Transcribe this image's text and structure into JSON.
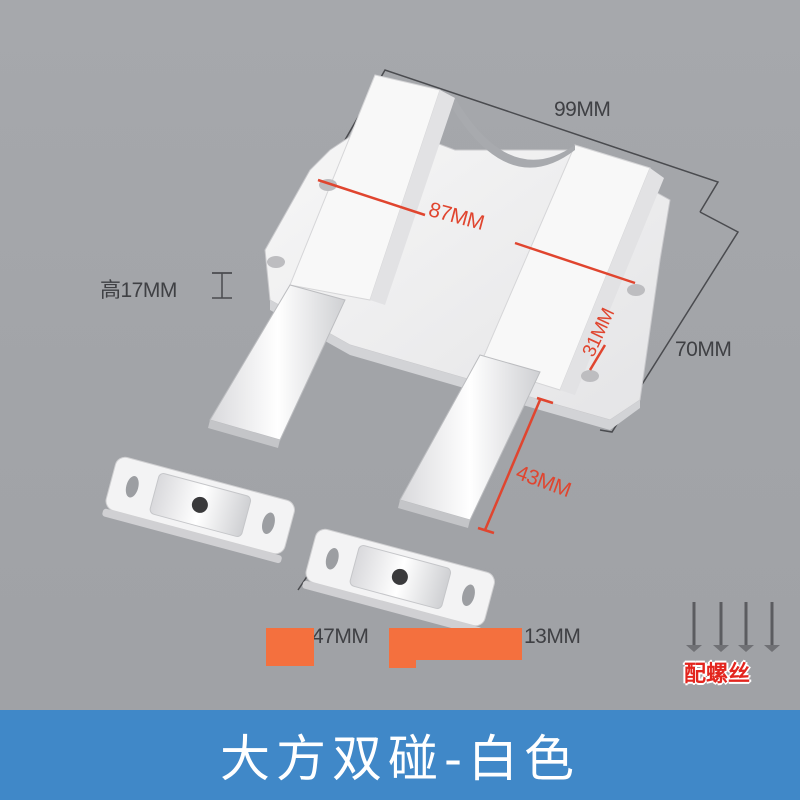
{
  "product": {
    "banner_title": "大方双碰-白色",
    "accessory_label": "配螺丝",
    "colors": {
      "background": "#a4a6aa",
      "banner": "#4088c8",
      "dimension_red": "#e0452f",
      "dimension_dark": "#3f4044",
      "redaction": "#f4703e",
      "accessory_red": "#e3251e"
    }
  },
  "dimensions": {
    "overall_width": "99MM",
    "hole_spacing": "87MM",
    "height": "高17MM",
    "overall_depth": "70MM",
    "plunger_width": "31MM",
    "plunger_extension": "43MM",
    "strike_plate_length": "47MM",
    "strike_plate_width": "13MM"
  }
}
